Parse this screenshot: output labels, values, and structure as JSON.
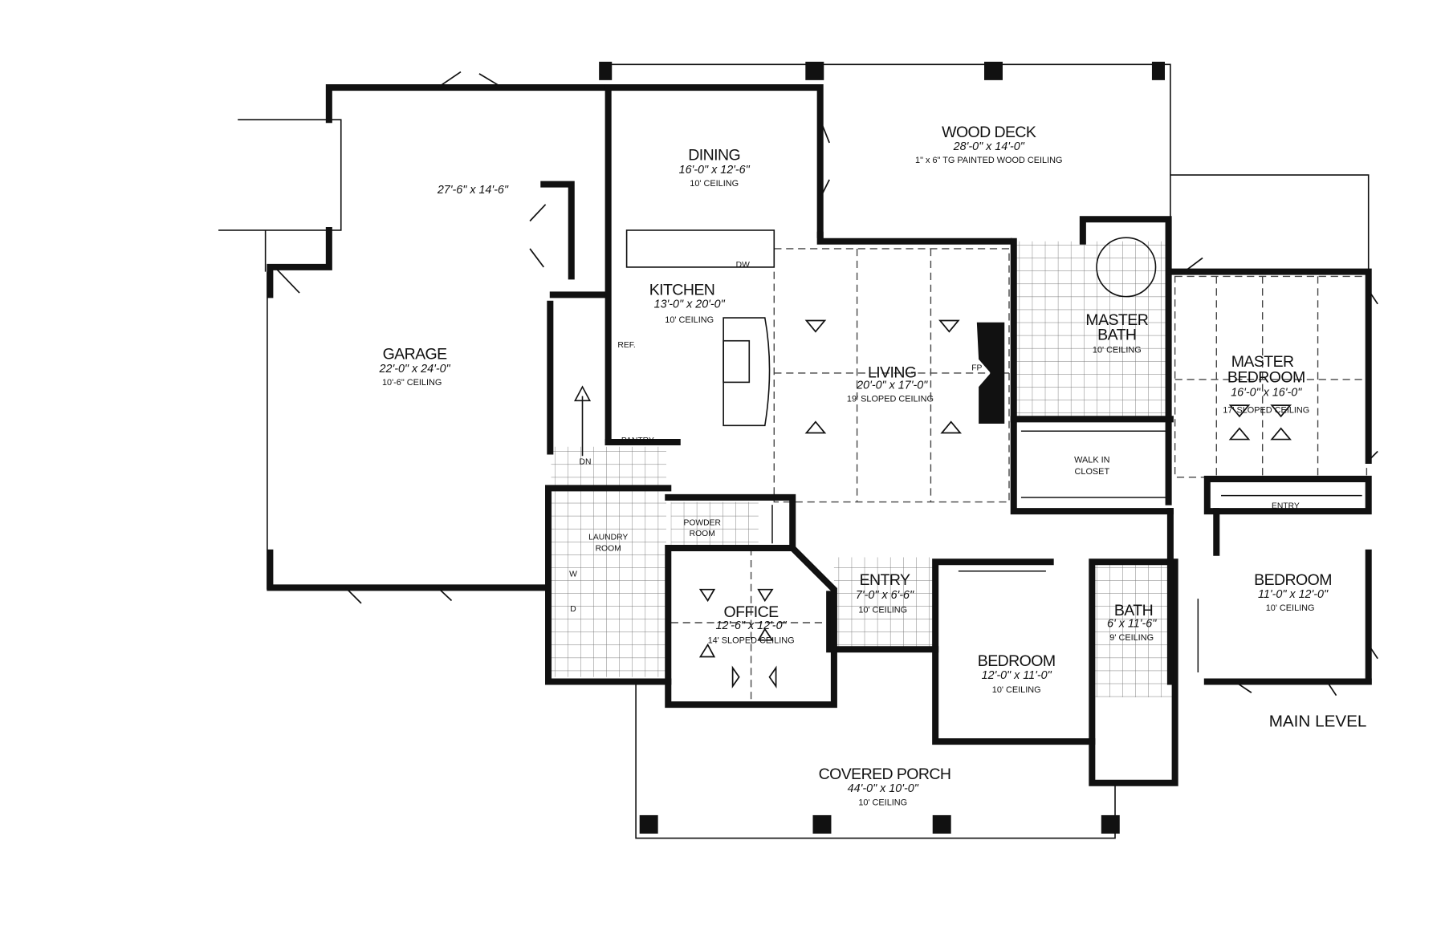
{
  "plan_title": "MAIN LEVEL",
  "rooms": {
    "garage_bay": {
      "dims": "27'-6\" x 14'-6\""
    },
    "garage": {
      "name": "GARAGE",
      "dims": "22'-0\" x 24'-0\"",
      "ceiling": "10'-6\" CEILING"
    },
    "dining": {
      "name": "DINING",
      "dims": "16'-0\" x 12'-6\"",
      "ceiling": "10' CEILING"
    },
    "wood_deck": {
      "name": "WOOD DECK",
      "dims": "28'-0\" x 14'-0\"",
      "ceiling": "1\" x 6\" TG PAINTED WOOD CEILING"
    },
    "kitchen": {
      "name": "KITCHEN",
      "dims": "13'-0\" x 20'-0\"",
      "ceiling": "10' CEILING"
    },
    "living": {
      "name": "LIVING",
      "dims": "20'-0\" x 17'-0\"",
      "ceiling": "19' SLOPED CEILING"
    },
    "master_bath": {
      "name_1": "MASTER",
      "name_2": "BATH",
      "ceiling": "10' CEILING"
    },
    "master_bedroom": {
      "name_1": "MASTER",
      "name_2": "BEDROOM",
      "dims": "16'-0\" x 16'-0\"",
      "ceiling": "17' SLOPED CEILING"
    },
    "walk_in_closet": {
      "name_1": "WALK IN",
      "name_2": "CLOSET"
    },
    "powder_room": {
      "name_1": "POWDER",
      "name_2": "ROOM"
    },
    "laundry_room": {
      "name_1": "LAUNDRY",
      "name_2": "ROOM"
    },
    "office": {
      "name": "OFFICE",
      "dims": "12'-6\" x 12'-0\"",
      "ceiling": "14' SLOPED CEILING"
    },
    "entry": {
      "name": "ENTRY",
      "dims": "7'-0\" x 6'-6\"",
      "ceiling": "10' CEILING"
    },
    "bedroom_2": {
      "name": "BEDROOM",
      "dims": "12'-0\" x 11'-0\"",
      "ceiling": "10' CEILING"
    },
    "bath": {
      "name": "BATH",
      "dims": "6' x 11'-6\"",
      "ceiling": "9' CEILING"
    },
    "bedroom_3": {
      "name": "BEDROOM",
      "dims": "11'-0\" x 12'-0\"",
      "ceiling": "10' CEILING"
    },
    "covered_porch": {
      "name": "COVERED PORCH",
      "dims": "44'-0\" x 10'-0\"",
      "ceiling": "10' CEILING"
    }
  },
  "fixtures": {
    "ref": "REF.",
    "pantry": "PANTRY",
    "dw": "DW",
    "fp": "FP",
    "dn": "DN",
    "washer": "W",
    "dryer": "D",
    "entry_closet": "ENTRY"
  }
}
